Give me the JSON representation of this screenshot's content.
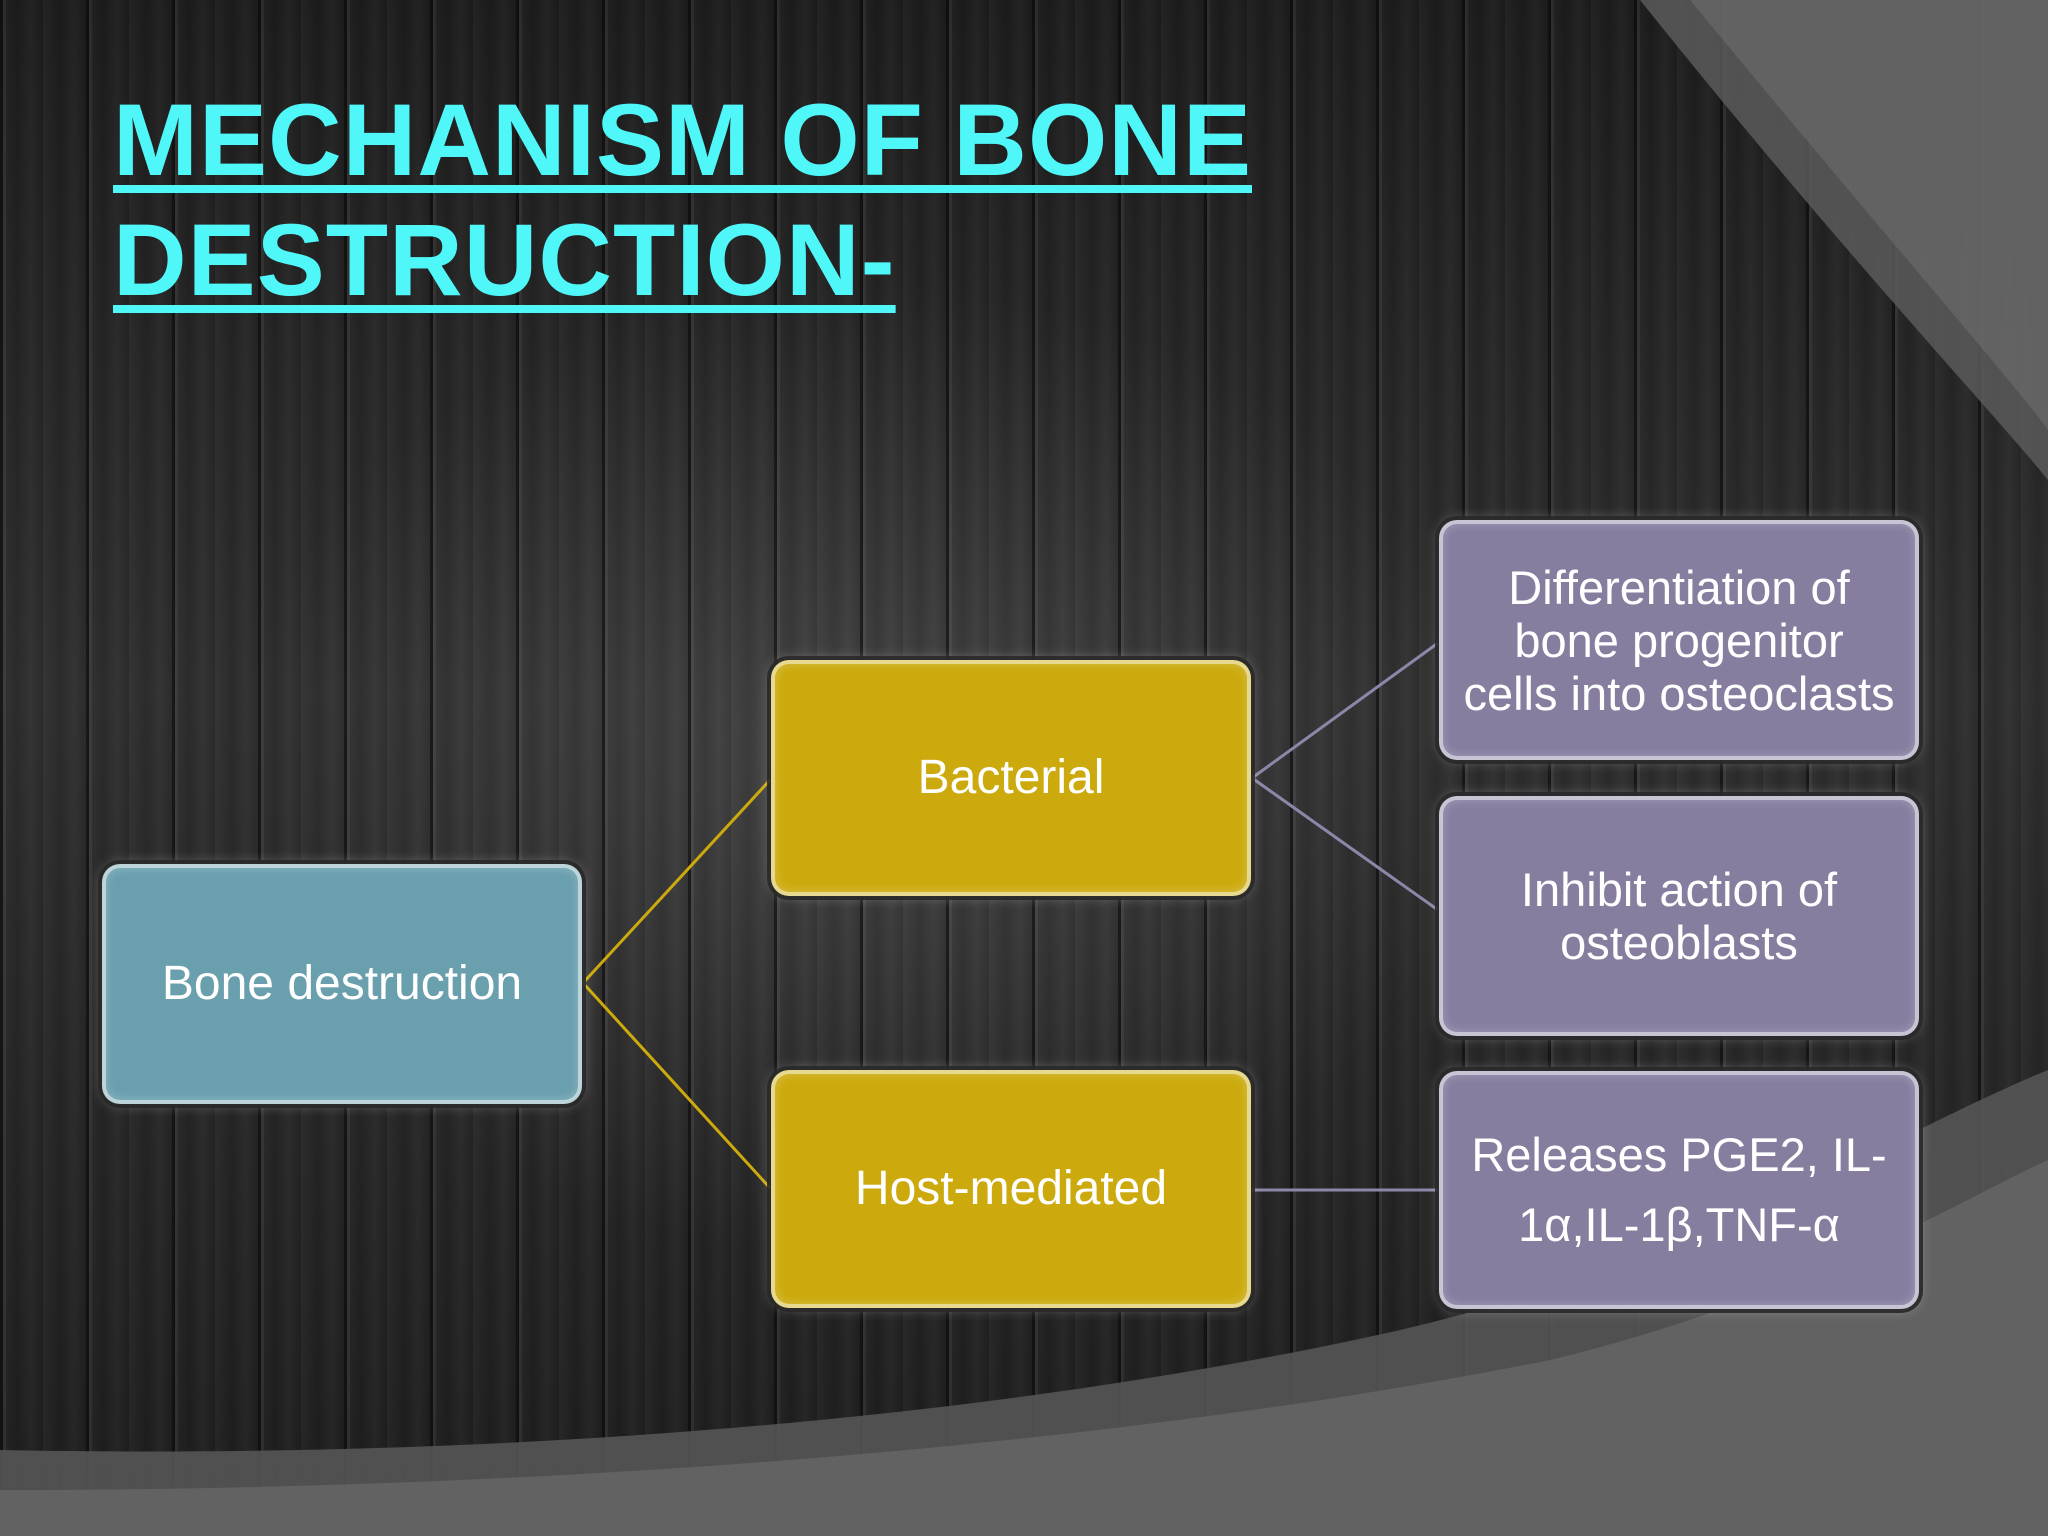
{
  "title": "MECHANISM OF BONE DESTRUCTION-",
  "colors": {
    "title": "#4ff7f9",
    "root_box": "#6a9fae",
    "middle_boxes": "#ccaa0d",
    "leaf_boxes": "#867d9f",
    "connector_root": "#ccaa0d",
    "connector_leaf": "#8d86a8"
  },
  "diagram": {
    "root": {
      "label": "Bone destruction"
    },
    "branches": [
      {
        "label": "Bacterial",
        "children": [
          {
            "label": "Differentiation of bone progenitor cells into osteoclasts"
          },
          {
            "label": "Inhibit action of osteoblasts"
          }
        ]
      },
      {
        "label": "Host-mediated",
        "children": [
          {
            "label": "Releases PGE2, IL-1α,IL-1β,TNF-α"
          }
        ]
      }
    ]
  }
}
